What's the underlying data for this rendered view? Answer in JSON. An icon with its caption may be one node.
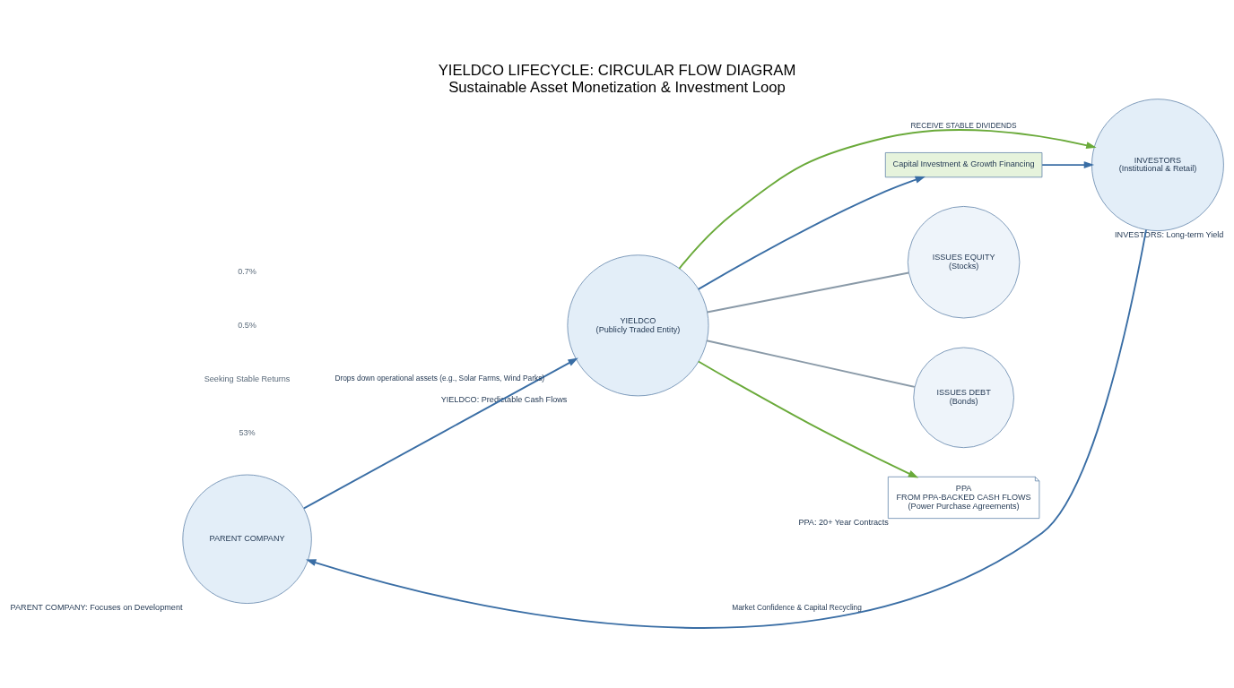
{
  "diagram": {
    "title": "YIELDCO LIFECYCLE: CIRCULAR FLOW DIAGRAM",
    "caption": "Sustainable Asset Monetization & Investment Loop",
    "nodes": [
      {
        "text": [
          "PARENT COMPANY"
        ],
        "beside": [
          "PARENT COMPANY: Focuses on Development"
        ]
      },
      {
        "text": [
          "YIELDCO",
          "(Publicly Traded Entity)"
        ],
        "beside": [
          "YIELDCO: Predictable Cash Flows"
        ]
      },
      {
        "text": [
          "INVESTORS",
          "(Institutional & Retail)"
        ],
        "beside": [
          "INVESTORS: Long-term Yield"
        ]
      },
      {
        "text": [
          "Capital Investment & Growth Financing"
        ]
      },
      {
        "text": [
          "ISSUES EQUITY",
          "(Stocks)"
        ]
      },
      {
        "text": [
          "ISSUES DEBT",
          "(Bonds)"
        ]
      },
      {
        "text": [
          "PPA",
          "FROM PPA-BACKED CASH FLOWS",
          "(Power Purchase Agreements)"
        ],
        "beside": [
          "PPA: 20+ Year Contracts"
        ]
      }
    ],
    "edges": [
      {
        "from": 0,
        "to": 1,
        "arrow": "to",
        "label": "Drops down operational assets (e.g., Solar Farms, Wind Parks)"
      },
      {
        "from": 1,
        "to": 4,
        "arrow": "none",
        "color": "#8a9aa8"
      },
      {
        "from": 1,
        "to": 5,
        "arrow": "none",
        "color": "#8a9aa8"
      },
      {
        "from": 1,
        "to": 6,
        "arrow": "to",
        "color": "#6aaa3a"
      },
      {
        "from": 1,
        "to": 3,
        "arrow": "to"
      },
      {
        "from": 3,
        "to": 2,
        "arrow": "to"
      },
      {
        "from": 1,
        "to": 2,
        "arrow": "to",
        "label": "RECEIVE STABLE DIVIDENDS",
        "color": "#6aaa3a"
      },
      {
        "from": 2,
        "to": 0,
        "arrow": "to",
        "label": "Market Confidence & Capital Recycling"
      }
    ],
    "labels": [
      "53%",
      "Seeking Stable Returns",
      "0.5%",
      "0.7%"
    ]
  }
}
